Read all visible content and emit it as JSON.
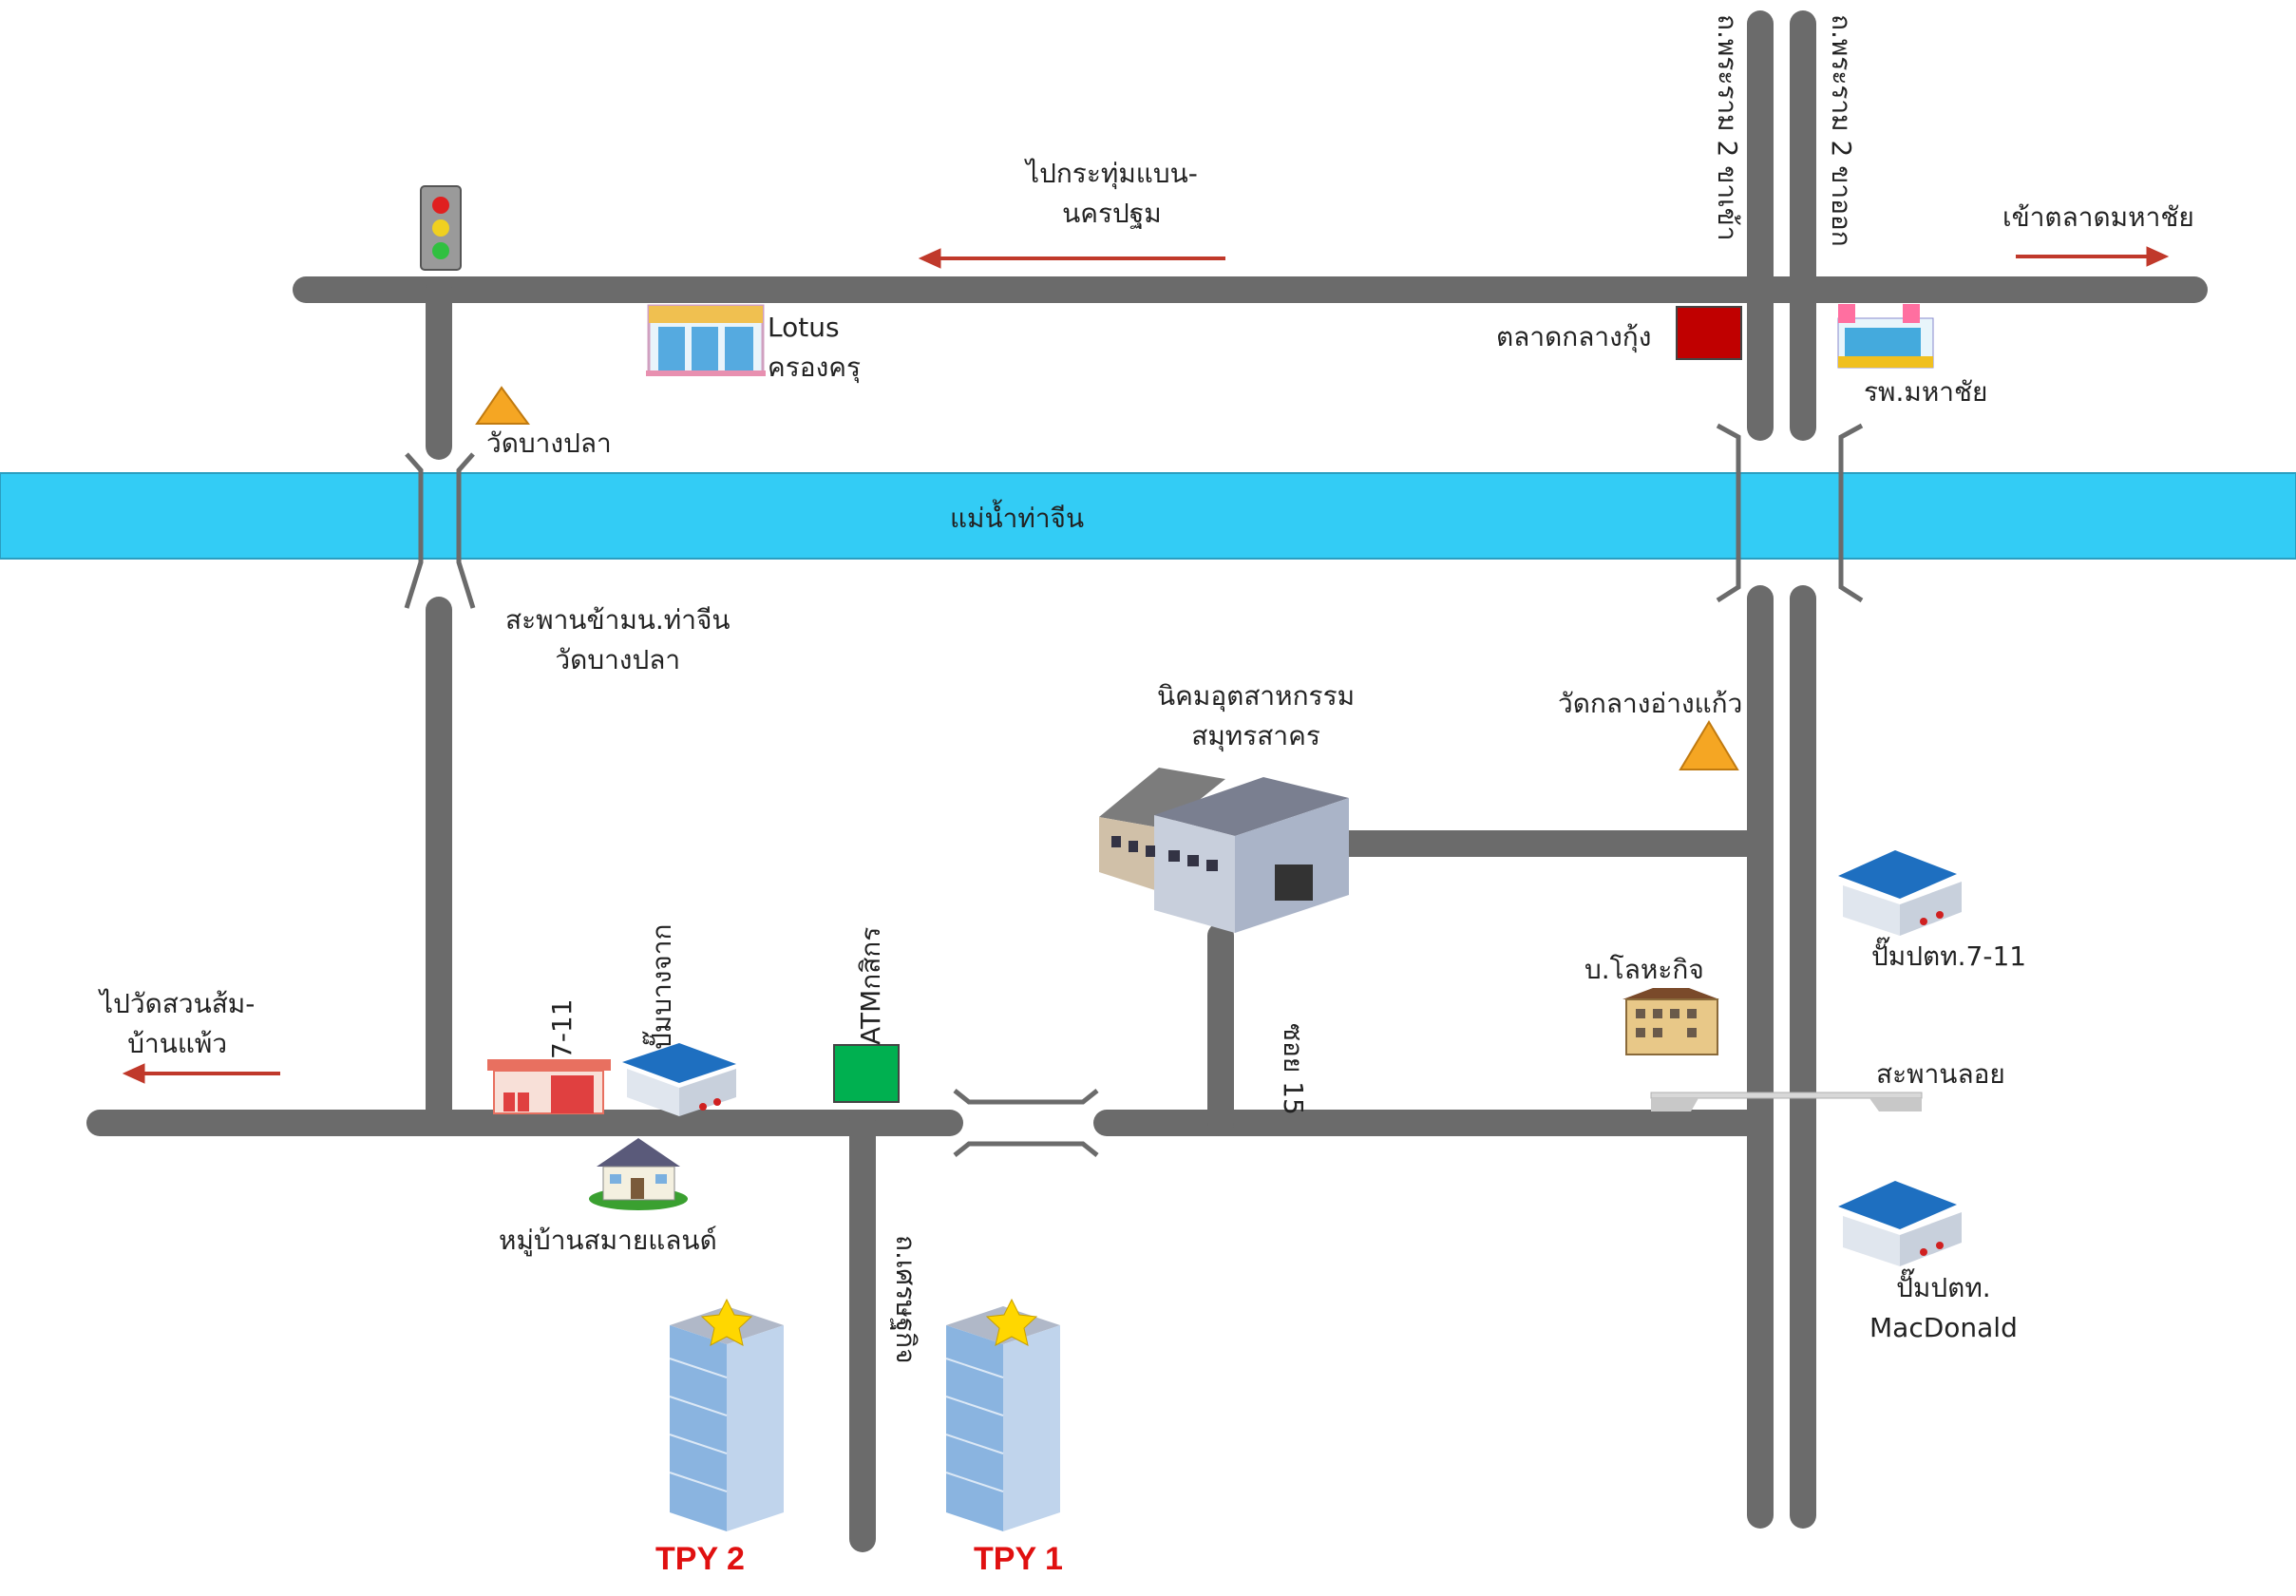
{
  "labels": {
    "to_krathum_baen": "ไปกระทุ่มแบน-\nนครปฐม",
    "to_mahachai_market": "เข้าตลาดมหาชัย",
    "lotus": "Lotus\nครองครุ",
    "talad_klang_kung": "ตลาดกลางกุ้ง",
    "mahachai_hospital": "รพ.มหาชัย",
    "wat_bang_pla": "วัดบางปลา",
    "river": "แม่น้ำท่าจีน",
    "bridge_wat_bang_pla": "สะพานข้ามน.ท่าจีน\nวัดบางปลา",
    "industrial_estate": "นิคมอุตสาหกรรม\nสมุทรสาคร",
    "wat_klang_ang_kaeo": "วัดกลางอ่างแก้ว",
    "ptt_711": "ปั๊มปตท.7-11",
    "lohakit": "บ.โลหะกิจ",
    "floating_bridge": "สะพานลอย",
    "ptt_macdonald": "ปั๊มปตท.\nMacDonald",
    "to_wat_suan_som": "ไปวัดสวนส้ม-\nบ้านแพ้ว",
    "samai_land": "หมู่บ้านสมายแลนด์",
    "tpy2": "TPY 2",
    "tpy1": "TPY 1"
  },
  "vertical_labels": {
    "rama2_inbound": "ถ.พระราม 2 ขาเข้า",
    "rama2_outbound": "ถ.พระราม 2 ขาออก",
    "seven_eleven": "7-11",
    "pump_bang_chak": "ปั๊มบางจาก",
    "atm_kasikorn": "ATMกสิกร",
    "soi_15": "ซอย 15",
    "thanon_setthakit": "ถ.เศรษฐกิจ"
  },
  "colors": {
    "road": "#6b6b6b",
    "river": "#33ccf5",
    "arrow": "#c0392b",
    "temple": "#f5a623",
    "market_box": "#c00000",
    "atm_box": "#00b050",
    "tpy_label": "#e01010",
    "star": "#ffd700"
  },
  "icons": [
    "traffic-light-icon",
    "convenience-store-icon",
    "temple-icon",
    "market-icon",
    "hospital-icon",
    "factory-icon",
    "gas-station-icon",
    "office-building-icon",
    "house-icon",
    "atm-icon",
    "tower-building-icon",
    "star-icon",
    "arrow-left-icon",
    "arrow-right-icon"
  ]
}
